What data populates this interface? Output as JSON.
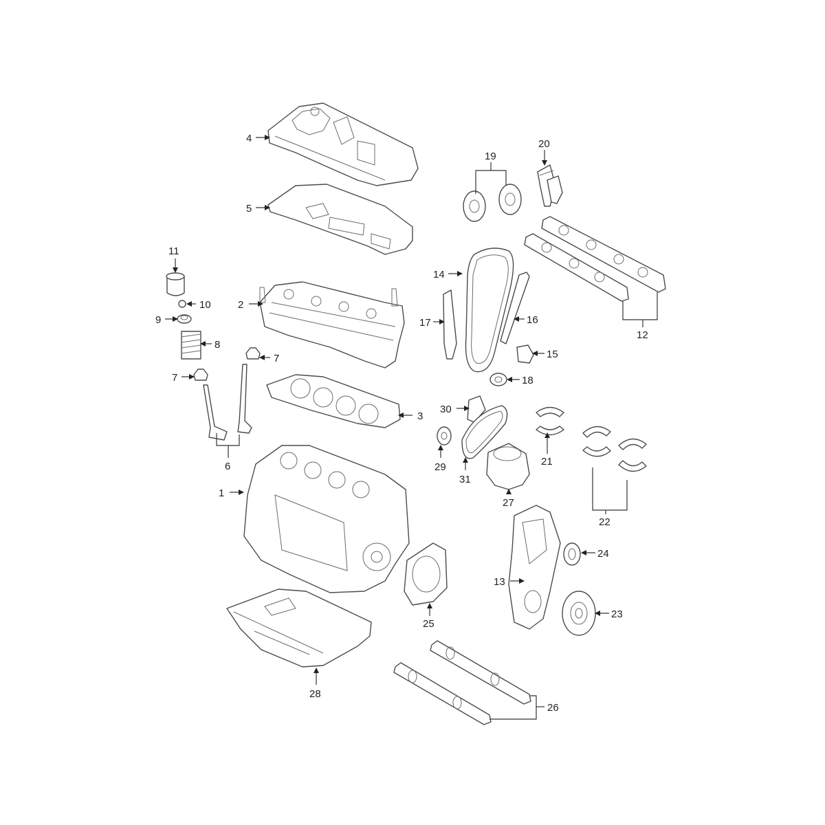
{
  "diagram": {
    "callouts": [
      {
        "id": "c1",
        "label": "1"
      },
      {
        "id": "c2",
        "label": "2"
      },
      {
        "id": "c3",
        "label": "3"
      },
      {
        "id": "c4",
        "label": "4"
      },
      {
        "id": "c5",
        "label": "5"
      },
      {
        "id": "c6",
        "label": "6"
      },
      {
        "id": "c7a",
        "label": "7"
      },
      {
        "id": "c7b",
        "label": "7"
      },
      {
        "id": "c8",
        "label": "8"
      },
      {
        "id": "c9",
        "label": "9"
      },
      {
        "id": "c10",
        "label": "10"
      },
      {
        "id": "c11",
        "label": "11"
      },
      {
        "id": "c12",
        "label": "12"
      },
      {
        "id": "c13",
        "label": "13"
      },
      {
        "id": "c14",
        "label": "14"
      },
      {
        "id": "c15",
        "label": "15"
      },
      {
        "id": "c16",
        "label": "16"
      },
      {
        "id": "c17",
        "label": "17"
      },
      {
        "id": "c18",
        "label": "18"
      },
      {
        "id": "c19",
        "label": "19"
      },
      {
        "id": "c20",
        "label": "20"
      },
      {
        "id": "c21",
        "label": "21"
      },
      {
        "id": "c22",
        "label": "22"
      },
      {
        "id": "c23",
        "label": "23"
      },
      {
        "id": "c24",
        "label": "24"
      },
      {
        "id": "c25",
        "label": "25"
      },
      {
        "id": "c26",
        "label": "26"
      },
      {
        "id": "c27",
        "label": "27"
      },
      {
        "id": "c28",
        "label": "28"
      },
      {
        "id": "c29",
        "label": "29"
      },
      {
        "id": "c30",
        "label": "30"
      },
      {
        "id": "c31",
        "label": "31"
      }
    ]
  },
  "colors": {
    "line": "#4a4a4a",
    "text": "#222222",
    "background": "#ffffff"
  }
}
